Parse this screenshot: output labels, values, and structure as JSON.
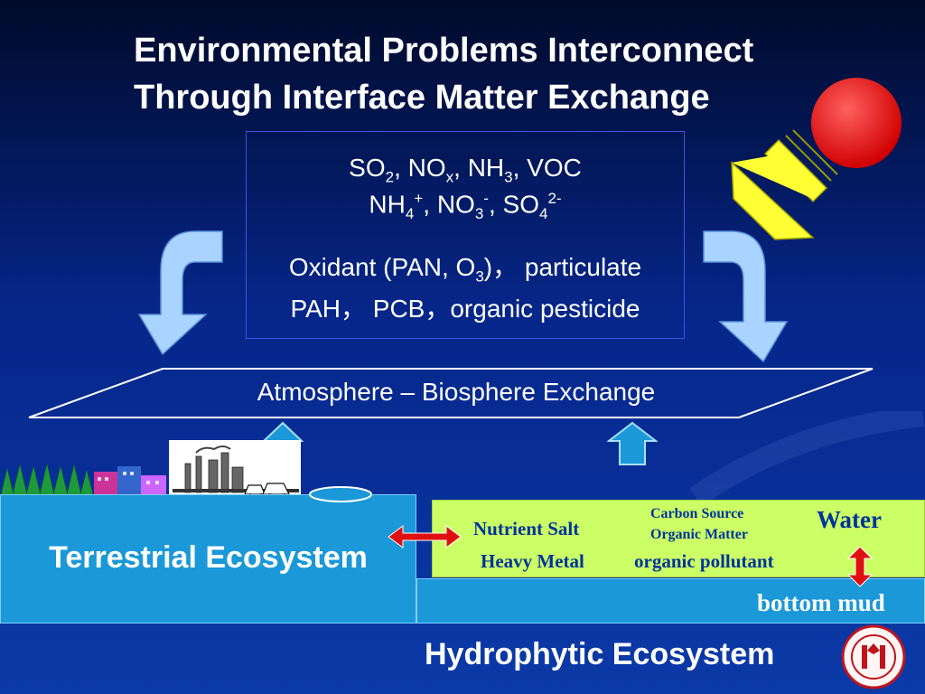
{
  "title": {
    "line1": "Environmental Problems Interconnect",
    "line2": "Through Interface Matter Exchange"
  },
  "pollutants": {
    "line1": {
      "so": "SO",
      "so_sub": "2",
      "nox": ", NO",
      "nox_sub": "x",
      "nh": ", NH",
      "nh_sub": "3",
      "voc": ", VOC"
    },
    "line2": {
      "nh4": "NH",
      "nh4_sub": "4",
      "nh4_sup": "+",
      "no3": ", NO",
      "no3_sub": "3",
      "no3_sup": "-",
      "so4": ", SO",
      "so4_sub": "4",
      "so4_sup": "2-"
    },
    "line3": {
      "a": "Oxidant (PAN, O",
      "a_sub": "3",
      "b": ")， particulate"
    },
    "line4": "PAH， PCB，organic pesticide"
  },
  "exchange_label": "Atmosphere – Biosphere Exchange",
  "terrestrial_label": "Terrestrial Ecosystem",
  "water_panel": {
    "nutrient_salt": "Nutrient Salt",
    "heavy_metal": "Heavy Metal",
    "carbon_source": "Carbon Source",
    "organic_matter": "Organic Matter",
    "organic_pollutant": "organic pollutant",
    "water": "Water"
  },
  "bottom_mud": "bottom mud",
  "hydrophytic_label": "Hydrophytic Ecosystem",
  "colors": {
    "background": "#06268a",
    "light_arrow": "#a8d4ff",
    "land": "#1a98d8",
    "water_panel": "#ccff66",
    "red_arrow": "#e01010",
    "sun": "#e00000",
    "pointer": "#ffff33"
  }
}
